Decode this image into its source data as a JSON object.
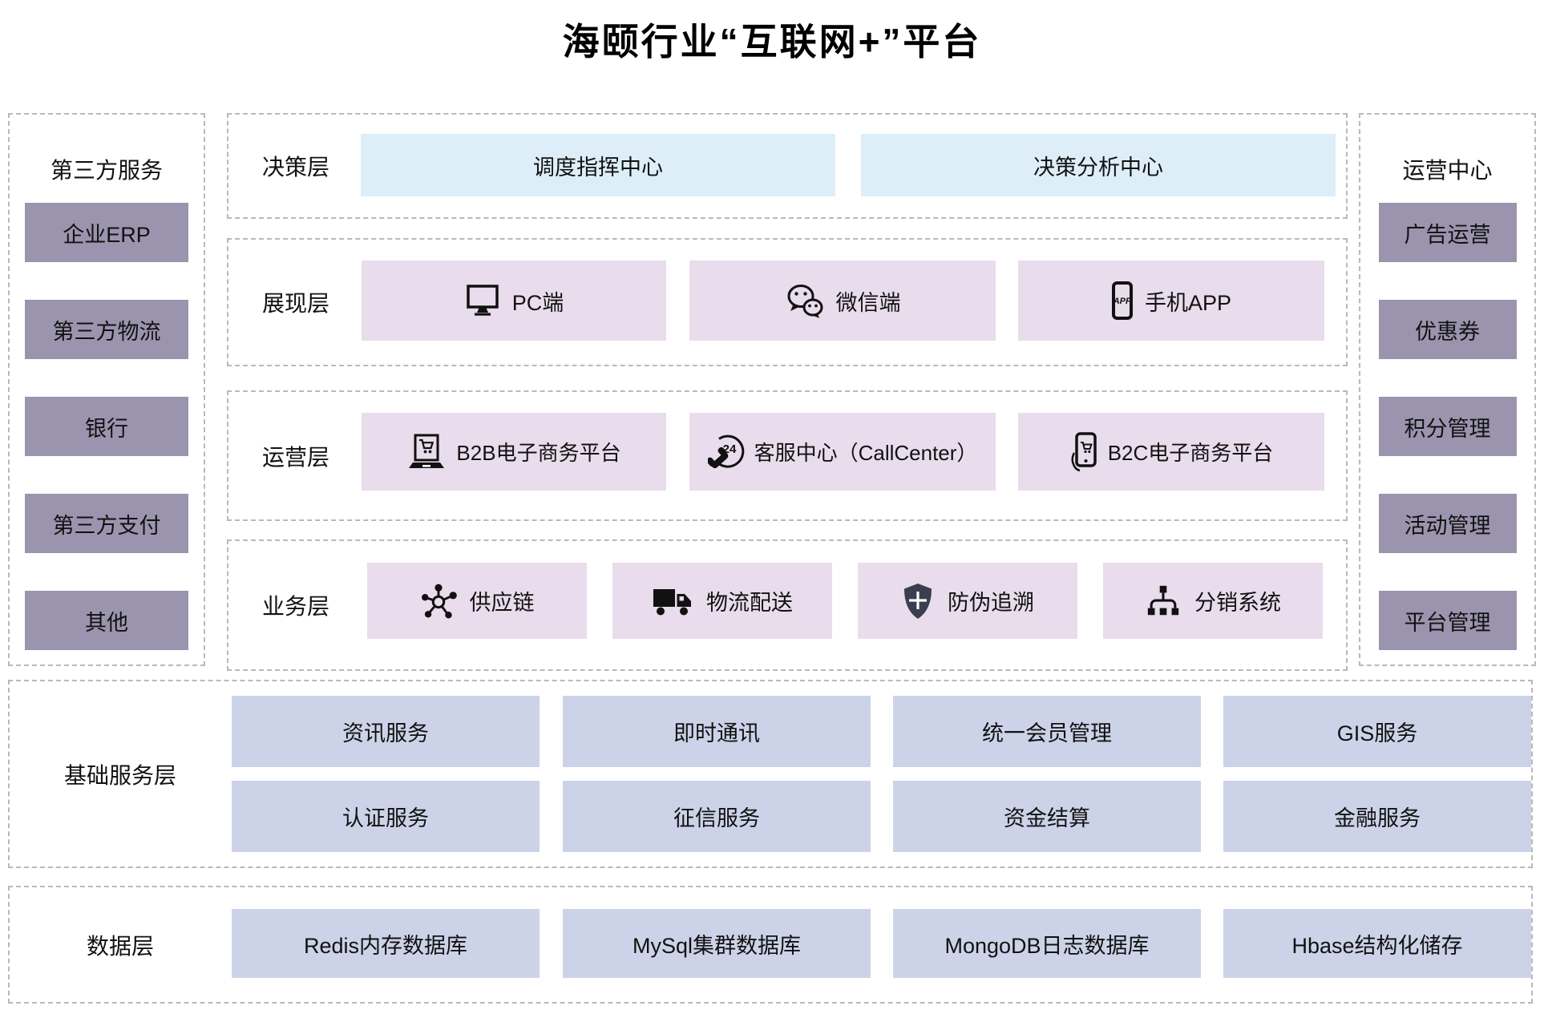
{
  "title": "海颐行业“互联网+”平台",
  "left_panel": {
    "title": "第三方服务",
    "items": [
      "企业ERP",
      "第三方物流",
      "银行",
      "第三方支付",
      "其他"
    ]
  },
  "right_panel": {
    "title": "运营中心",
    "items": [
      "广告运营",
      "优惠券",
      "积分管理",
      "活动管理",
      "平台管理"
    ]
  },
  "layers": {
    "decision": {
      "label": "决策层",
      "items": [
        "调度指挥中心",
        "决策分析中心"
      ]
    },
    "presentation": {
      "label": "展现层",
      "items": [
        {
          "icon": "pc-monitor-icon",
          "label": "PC端"
        },
        {
          "icon": "wechat-icon",
          "label": "微信端"
        },
        {
          "icon": "mobile-app-icon",
          "label": "手机APP"
        }
      ]
    },
    "operation": {
      "label": "运营层",
      "items": [
        {
          "icon": "b2b-commerce-icon",
          "label": "B2B电子商务平台"
        },
        {
          "icon": "callcenter-24-icon",
          "label": "客服中心（CallCenter）"
        },
        {
          "icon": "b2c-commerce-icon",
          "label": "B2C电子商务平台"
        }
      ]
    },
    "business": {
      "label": "业务层",
      "items": [
        {
          "icon": "supply-chain-icon",
          "label": "供应链"
        },
        {
          "icon": "logistics-truck-icon",
          "label": "物流配送"
        },
        {
          "icon": "anti-counterfeit-shield-icon",
          "label": "防伪追溯"
        },
        {
          "icon": "distribution-network-icon",
          "label": "分销系统"
        }
      ]
    }
  },
  "base_services": {
    "label": "基础服务层",
    "rows": [
      [
        "资讯服务",
        "即时通讯",
        "统一会员管理",
        "GIS服务"
      ],
      [
        "认证服务",
        "征信服务",
        "资金结算",
        "金融服务"
      ]
    ]
  },
  "data_layer": {
    "label": "数据层",
    "items": [
      "Redis内存数据库",
      "MySql集群数据库",
      "MongoDB日志数据库",
      "Hbase结构化储存"
    ]
  },
  "colors": {
    "sidebar_box": "#9b94ae",
    "decision_box": "#ddeef9",
    "middle_box": "#e9dcec",
    "service_box": "#ccd3e8",
    "dashed_border": "#b9b9b9"
  }
}
